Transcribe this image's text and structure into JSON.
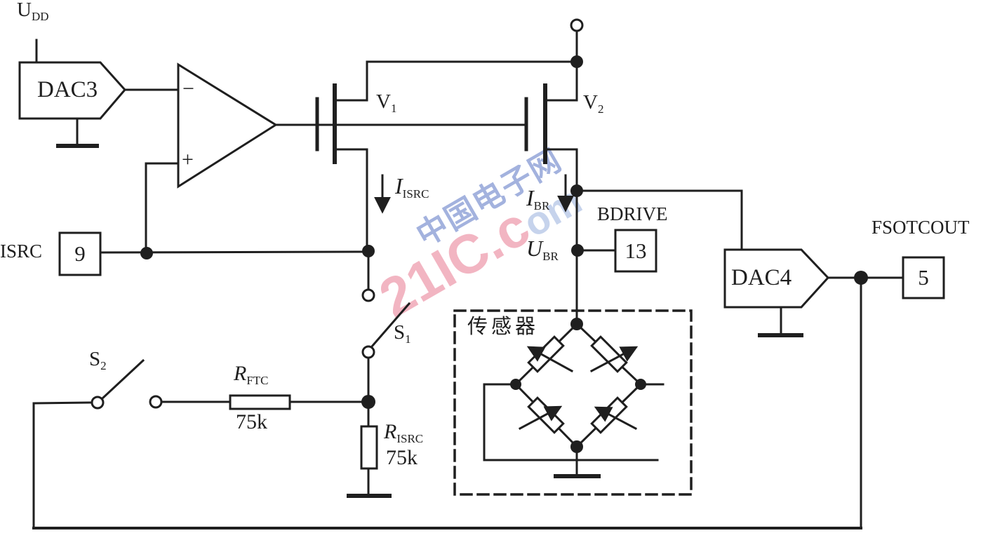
{
  "title": "XTR106 bridge sensor excitation and current-source circuit diagram",
  "colors": {
    "ink": "#1f1f1f",
    "paper": "#ffffff",
    "watermark_pink": "#efa3b4",
    "watermark_blue": "#8da0d6",
    "watermark_lightblue": "#b9c9e8"
  },
  "watermark": {
    "line1": "中国电子网",
    "line2": "21IC.c",
    "line2_suffix": "om"
  },
  "supply": {
    "main": "U",
    "sub": "DD"
  },
  "blocks": {
    "dac3": "DAC3",
    "dac4": "DAC4"
  },
  "opamp": {
    "minus": "−",
    "plus": "+"
  },
  "transistors": {
    "v1": {
      "main": "V",
      "sub": "1"
    },
    "v2": {
      "main": "V",
      "sub": "2"
    }
  },
  "currents": {
    "iisrc": {
      "main": "I",
      "sub": "ISRC"
    },
    "ibr": {
      "main": "I",
      "sub": "BR"
    }
  },
  "nodes": {
    "ubr": {
      "main": "U",
      "sub": "BR"
    }
  },
  "pins": {
    "isrc": {
      "label": "ISRC",
      "number": "9"
    },
    "bdrive": {
      "label": "BDRIVE",
      "number": "13"
    },
    "fsotcout": {
      "label": "FSOTCOUT",
      "number": "5"
    }
  },
  "switches": {
    "s1": {
      "main": "S",
      "sub": "1"
    },
    "s2": {
      "main": "S",
      "sub": "2"
    }
  },
  "resistors": {
    "rftc": {
      "main": "R",
      "sub": "FTC",
      "value": "75k"
    },
    "risrc": {
      "main": "R",
      "sub": "ISRC",
      "value": "75k"
    }
  },
  "sensor": {
    "label": "传感器"
  }
}
